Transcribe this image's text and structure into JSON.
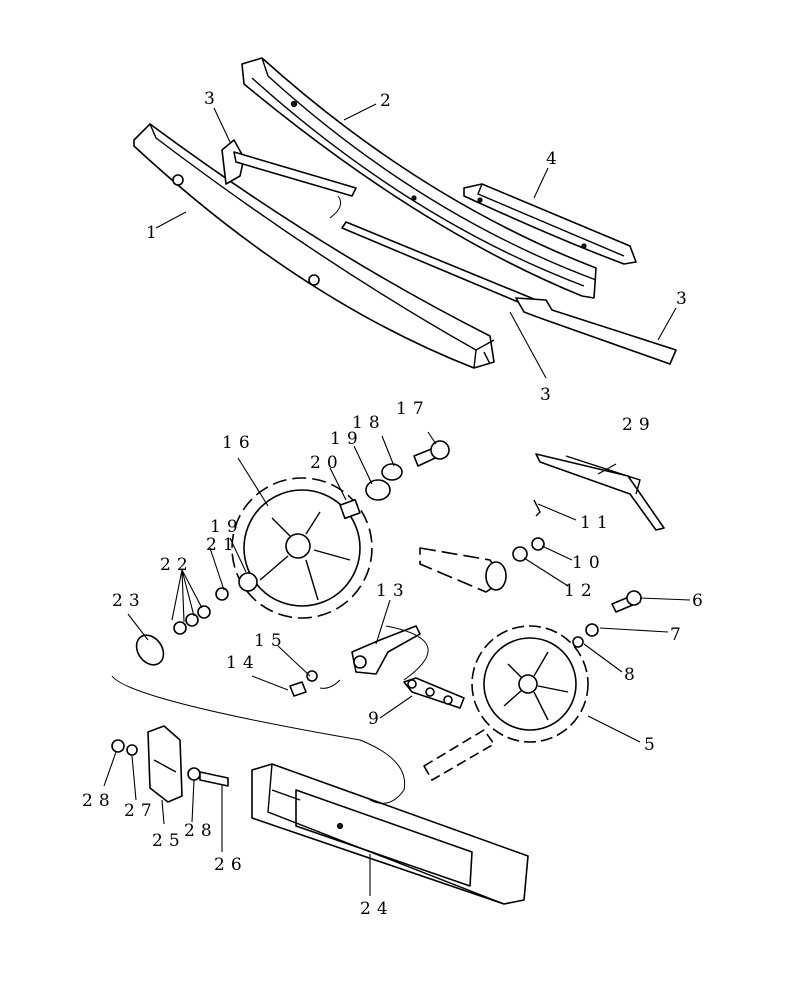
{
  "diagram": {
    "callouts": [
      {
        "id": "c-1",
        "text": "1"
      },
      {
        "id": "c-2",
        "text": "2"
      },
      {
        "id": "c-3a",
        "text": "3"
      },
      {
        "id": "c-3b",
        "text": "3"
      },
      {
        "id": "c-3c",
        "text": "3"
      },
      {
        "id": "c-4",
        "text": "4"
      },
      {
        "id": "c-5",
        "text": "5"
      },
      {
        "id": "c-6",
        "text": "6"
      },
      {
        "id": "c-7",
        "text": "7"
      },
      {
        "id": "c-8",
        "text": "8"
      },
      {
        "id": "c-9",
        "text": "9"
      },
      {
        "id": "c-10",
        "text": "10"
      },
      {
        "id": "c-11",
        "text": "11"
      },
      {
        "id": "c-12",
        "text": "12"
      },
      {
        "id": "c-13",
        "text": "13"
      },
      {
        "id": "c-14",
        "text": "14"
      },
      {
        "id": "c-15",
        "text": "15"
      },
      {
        "id": "c-16",
        "text": "16"
      },
      {
        "id": "c-17",
        "text": "17"
      },
      {
        "id": "c-18",
        "text": "18"
      },
      {
        "id": "c-19a",
        "text": "19"
      },
      {
        "id": "c-19b",
        "text": "19"
      },
      {
        "id": "c-20",
        "text": "20"
      },
      {
        "id": "c-21",
        "text": "21"
      },
      {
        "id": "c-22",
        "text": "22"
      },
      {
        "id": "c-23",
        "text": "23"
      },
      {
        "id": "c-24",
        "text": "24"
      },
      {
        "id": "c-25",
        "text": "25"
      },
      {
        "id": "c-26",
        "text": "26"
      },
      {
        "id": "c-27",
        "text": "27"
      },
      {
        "id": "c-28a",
        "text": "28"
      },
      {
        "id": "c-28b",
        "text": "28"
      },
      {
        "id": "c-29",
        "text": "29"
      }
    ]
  }
}
